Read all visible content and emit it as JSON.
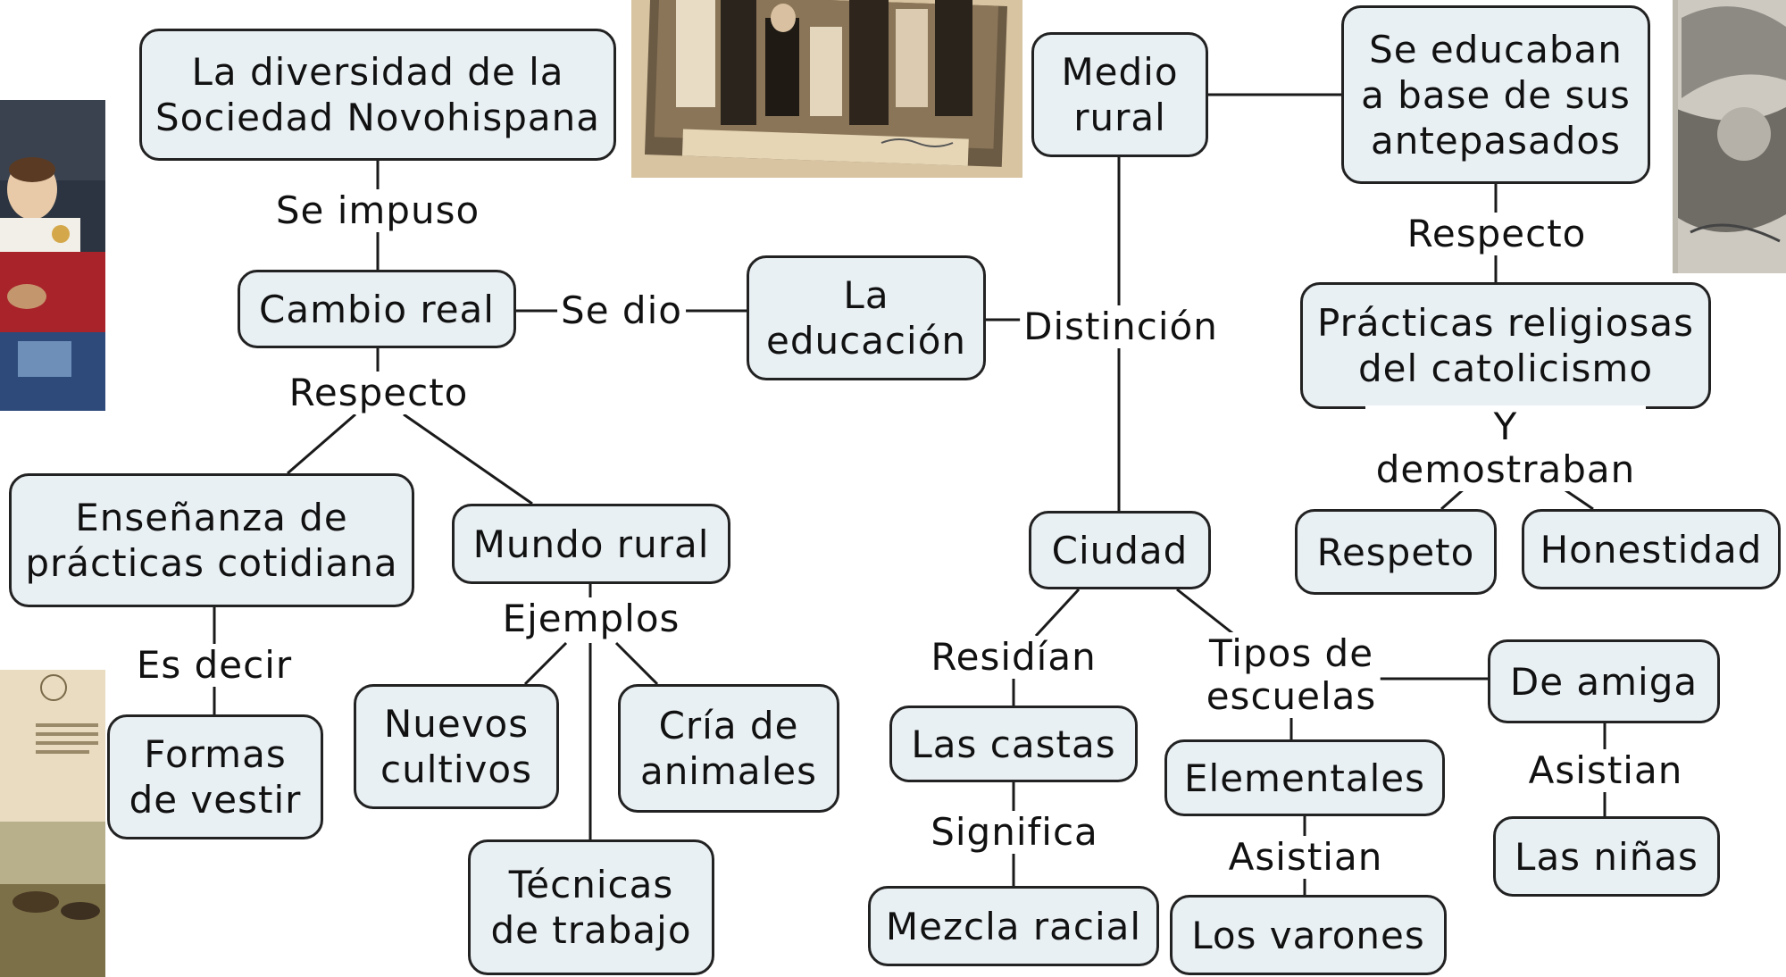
{
  "colors": {
    "node_fill": "#e9f0f4",
    "node_border": "#222222",
    "line": "#1a1a1a",
    "background": "#ffffff"
  },
  "nodes": {
    "sociedad": "La diversidad de la\nSociedad Novohispana",
    "cambio_real": "Cambio real",
    "educacion": "La\neducación",
    "medio_rural": "Medio\nrural",
    "antepasados": "Se educaban\na base de sus\nantepasados",
    "practicas_religiosas": "Prácticas religiosas\ndel catolicismo",
    "respeto": "Respeto",
    "honestidad": "Honestidad",
    "ensenanza": "Enseñanza de\nprácticas cotidiana",
    "formas_vestir": "Formas\nde vestir",
    "mundo_rural": "Mundo rural",
    "nuevos_cultivos": "Nuevos\ncultivos",
    "cria_animales": "Cría de\nanimales",
    "tecnicas_trabajo": "Técnicas\nde trabajo",
    "ciudad": "Ciudad",
    "las_castas": "Las castas",
    "mezcla_racial": "Mezcla racial",
    "elementales": "Elementales",
    "los_varones": "Los varones",
    "de_amiga": "De amiga",
    "las_ninas": "Las niñas"
  },
  "links": {
    "se_impuso": "Se impuso",
    "se_dio": "Se dio",
    "respecto_1": "Respecto",
    "distincion": "Distinción",
    "respecto_2": "Respecto",
    "y_demostraban": "Y demostraban",
    "es_decir": "Es decir",
    "ejemplos": "Ejemplos",
    "residian": "Residían",
    "tipos_escuelas": "Tipos de\nescuelas",
    "significa": "Significa",
    "asistian_1": "Asistian",
    "asistian_2": "Asistian"
  },
  "images": {
    "family_photo": "family-photo",
    "child_portrait": "child-portrait",
    "engraving": "engraving",
    "book_illustration": "book-illustration"
  }
}
